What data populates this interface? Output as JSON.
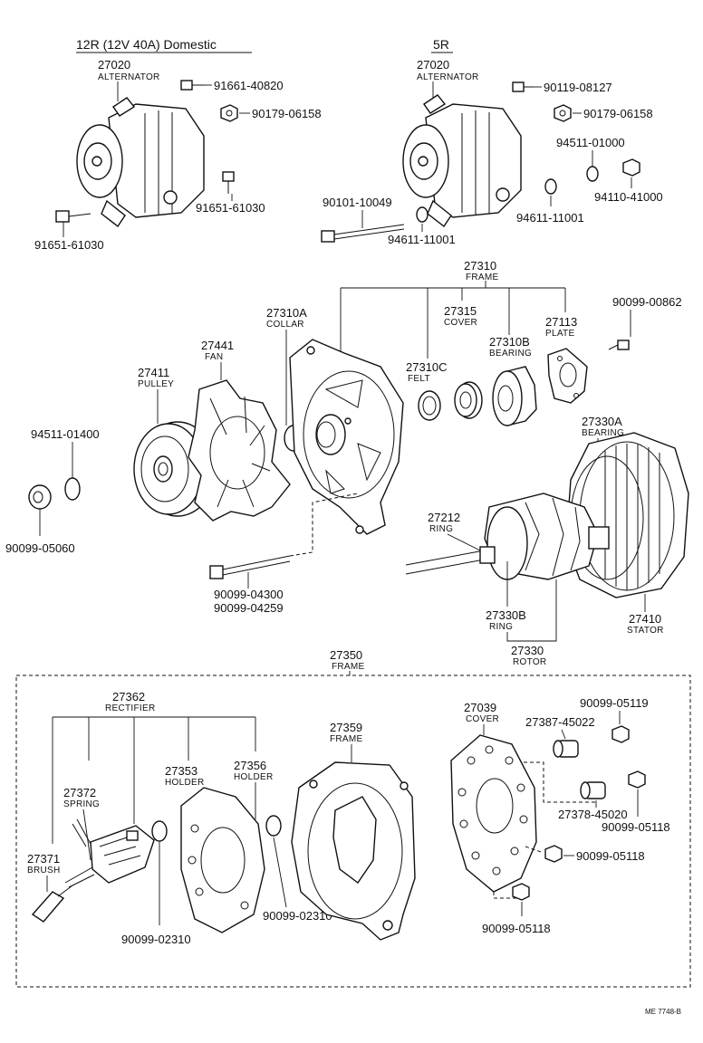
{
  "sections": {
    "left_title": "12R (12V 40A) Domestic",
    "right_title": "5R"
  },
  "parts": {
    "alt_left_num": "27020",
    "alt_left_name": "ALTERNATOR",
    "alt_right_num": "27020",
    "alt_right_name": "ALTERNATOR",
    "bolt_91661_40820": "91661-40820",
    "nut_90179_06158_l": "90179-06158",
    "bolt_91651_61030_a": "91651-61030",
    "bolt_91651_61030_b": "91651-61030",
    "bolt_90119_08127": "90119-08127",
    "nut_90179_06158_r": "90179-06158",
    "wash_94511_01000": "94511-01000",
    "nut_94110_41000": "94110-41000",
    "wash_94611_11001_a": "94611-11001",
    "wash_94611_11001_b": "94611-11001",
    "bolt_90101_10049": "90101-10049",
    "frame_num": "27310",
    "frame_name": "FRAME",
    "collar_num": "27310A",
    "collar_name": "COLLAR",
    "cover_num": "27315",
    "cover_name": "COVER",
    "bearing_b_num": "27310B",
    "bearing_b_name": "BEARING",
    "plate_num": "27113",
    "plate_name": "PLATE",
    "screw_90099_00862": "90099-00862",
    "felt_num": "27310C",
    "felt_name": "FELT",
    "fan_num": "27441",
    "fan_name": "FAN",
    "pulley_num": "27411",
    "pulley_name": "PULLEY",
    "wash_94511_01400": "94511-01400",
    "nut_90099_05060": "90099-05060",
    "bolt_90099_04300": "90099-04300",
    "bolt_90099_04259": "90099-04259",
    "bearing_a_num": "27330A",
    "bearing_a_name": "BEARING",
    "ring_num": "27212",
    "ring_name": "RING",
    "ring_b_num": "27330B",
    "ring_b_name": "RING",
    "rotor_num": "27330",
    "rotor_name": "ROTOR",
    "stator_num": "27410",
    "stator_name": "STATOR",
    "rframe_num": "27350",
    "rframe_name": "FRAME",
    "rectifier_num": "27362",
    "rectifier_name": "RECTIFIER",
    "spring_num": "27372",
    "spring_name": "SPRING",
    "brush_num": "27371",
    "brush_name": "BRUSH",
    "holder1_num": "27353",
    "holder1_name": "HOLDER",
    "holder2_num": "27356",
    "holder2_name": "HOLDER",
    "frame2_num": "27359",
    "frame2_name": "FRAME",
    "cover2_num": "27039",
    "cover2_name": "COVER",
    "ins_27387": "27387-45022",
    "ins_27378": "27378-45020",
    "nut_90099_05119": "90099-05119",
    "nut_90099_05118_a": "90099-05118",
    "nut_90099_05118_b": "90099-05118",
    "nut_90099_05118_c": "90099-05118",
    "wash_90099_02310_a": "90099-02310",
    "wash_90099_02310_b": "90099-02310"
  },
  "footer_code": "ME 7748-B"
}
